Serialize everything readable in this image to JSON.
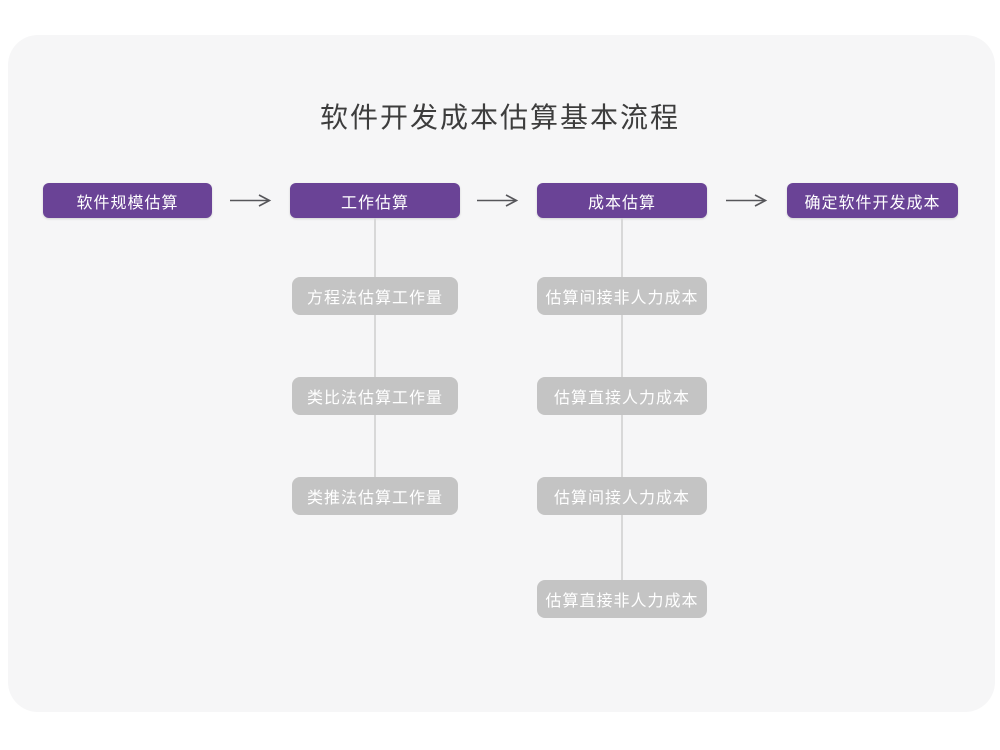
{
  "title": "软件开发成本估算基本流程",
  "colors": {
    "accent_purple": "#6a4396",
    "sub_box_gray": "#c4c4c4",
    "panel_background": "#f6f6f7",
    "arrow_gray": "#56565a",
    "connector_gray": "#d8d8d8",
    "title_text": "#3d3d3d",
    "box_text": "#ffffff"
  },
  "flow": {
    "steps": [
      {
        "label": "软件规模估算"
      },
      {
        "label": "工作估算"
      },
      {
        "label": "成本估算"
      },
      {
        "label": "确定软件开发成本"
      }
    ],
    "work_substeps": [
      "方程法估算工作量",
      "类比法估算工作量",
      "类推法估算工作量"
    ],
    "cost_substeps": [
      "估算间接非人力成本",
      "估算直接人力成本",
      "估算间接人力成本",
      "估算直接非人力成本"
    ]
  }
}
